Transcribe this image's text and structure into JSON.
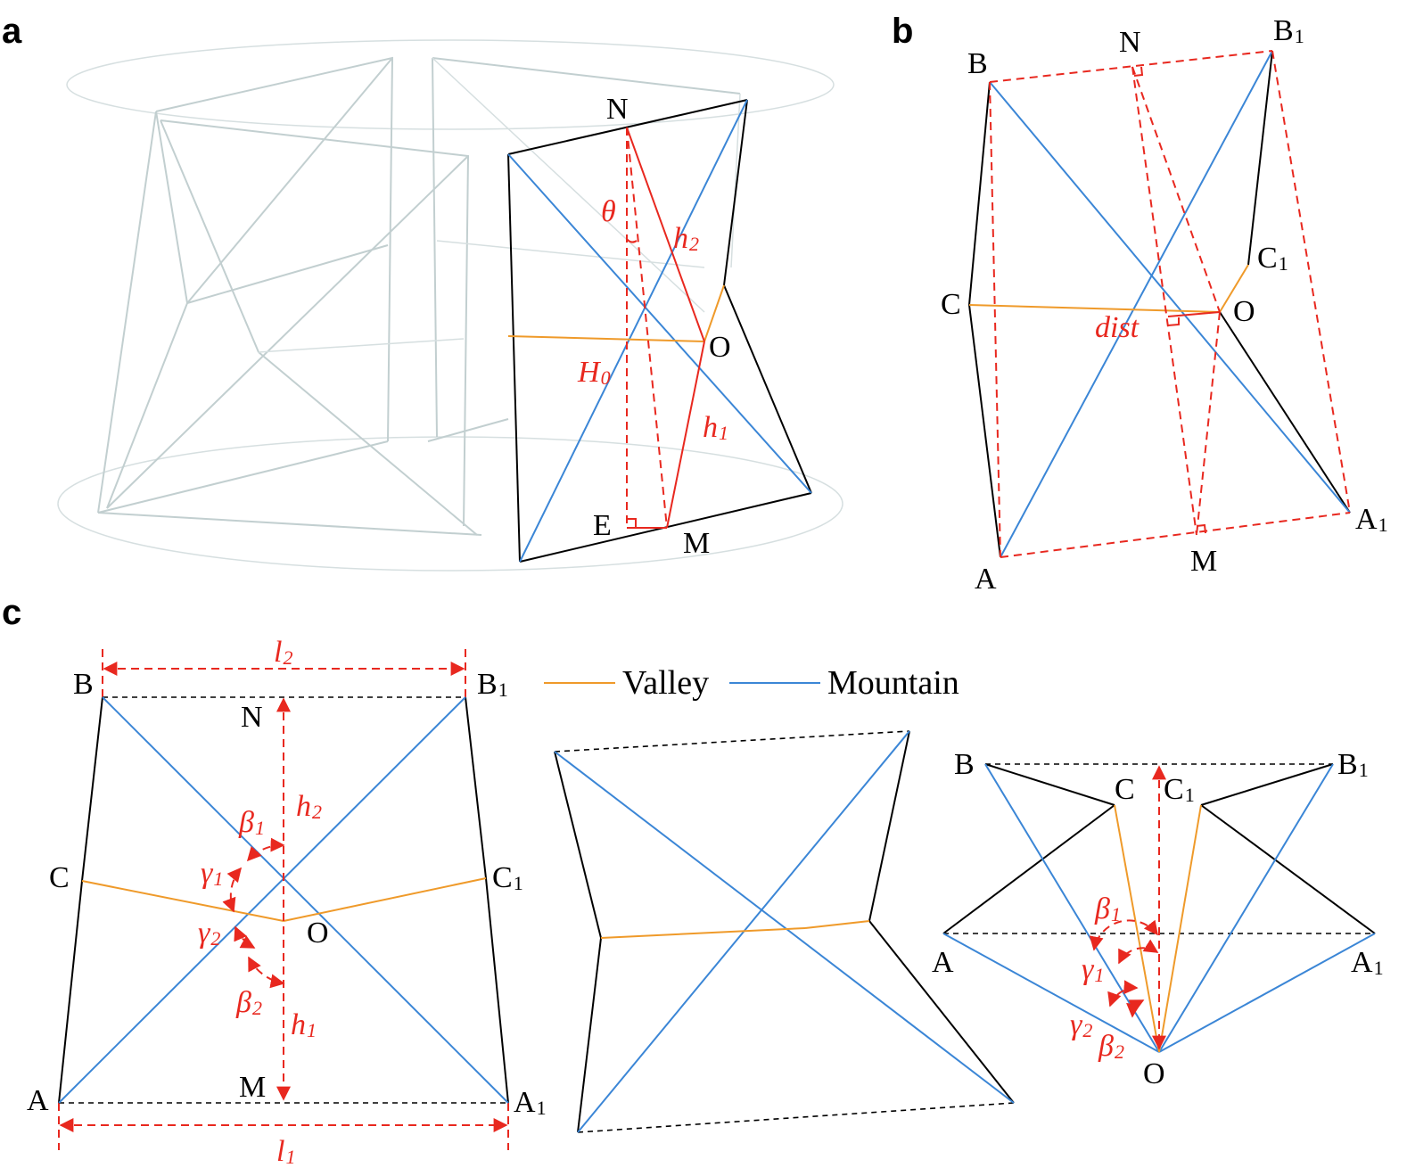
{
  "panels": {
    "a": "a",
    "b": "b",
    "c": "c"
  },
  "legend": {
    "valley": "Valley",
    "mountain": "Mountain"
  },
  "colors": {
    "valley": "#ef9a2a",
    "mountain": "#3b86d6",
    "annotation": "#e8281f",
    "edge": "#000000"
  },
  "a": {
    "N": "N",
    "O": "O",
    "E": "E",
    "M": "M",
    "theta": "θ",
    "H": "H",
    "H_sub": "0",
    "h2": "h",
    "h2_sub": "2",
    "h1": "h",
    "h1_sub": "1"
  },
  "b": {
    "B": "B",
    "N": "N",
    "B1": "B",
    "B1_sub": "1",
    "C": "C",
    "C1": "C",
    "C1_sub": "1",
    "O": "O",
    "dist": "dist",
    "A": "A",
    "M": "M",
    "A1": "A",
    "A1_sub": "1"
  },
  "c_left": {
    "l2": "l",
    "l2_sub": "2",
    "l1": "l",
    "l1_sub": "1",
    "B": "B",
    "B1": "B",
    "B1_sub": "1",
    "N": "N",
    "C": "C",
    "C1": "C",
    "C1_sub": "1",
    "O": "O",
    "A": "A",
    "A1": "A",
    "A1_sub": "1",
    "M": "M",
    "h2": "h",
    "h2_sub": "2",
    "h1": "h",
    "h1_sub": "1",
    "beta1": "β",
    "beta1_sub": "1",
    "beta2": "β",
    "beta2_sub": "2",
    "gamma1": "γ",
    "gamma1_sub": "1",
    "gamma2": "γ",
    "gamma2_sub": "2"
  },
  "c_right": {
    "B": "B",
    "B1": "B",
    "B1_sub": "1",
    "C": "C",
    "C1": "C",
    "C1_sub": "1",
    "A": "A",
    "A1": "A",
    "A1_sub": "1",
    "O": "O",
    "beta1": "β",
    "beta1_sub": "1",
    "beta2": "β",
    "beta2_sub": "2",
    "gamma1": "γ",
    "gamma1_sub": "1",
    "gamma2": "γ",
    "gamma2_sub": "2"
  }
}
